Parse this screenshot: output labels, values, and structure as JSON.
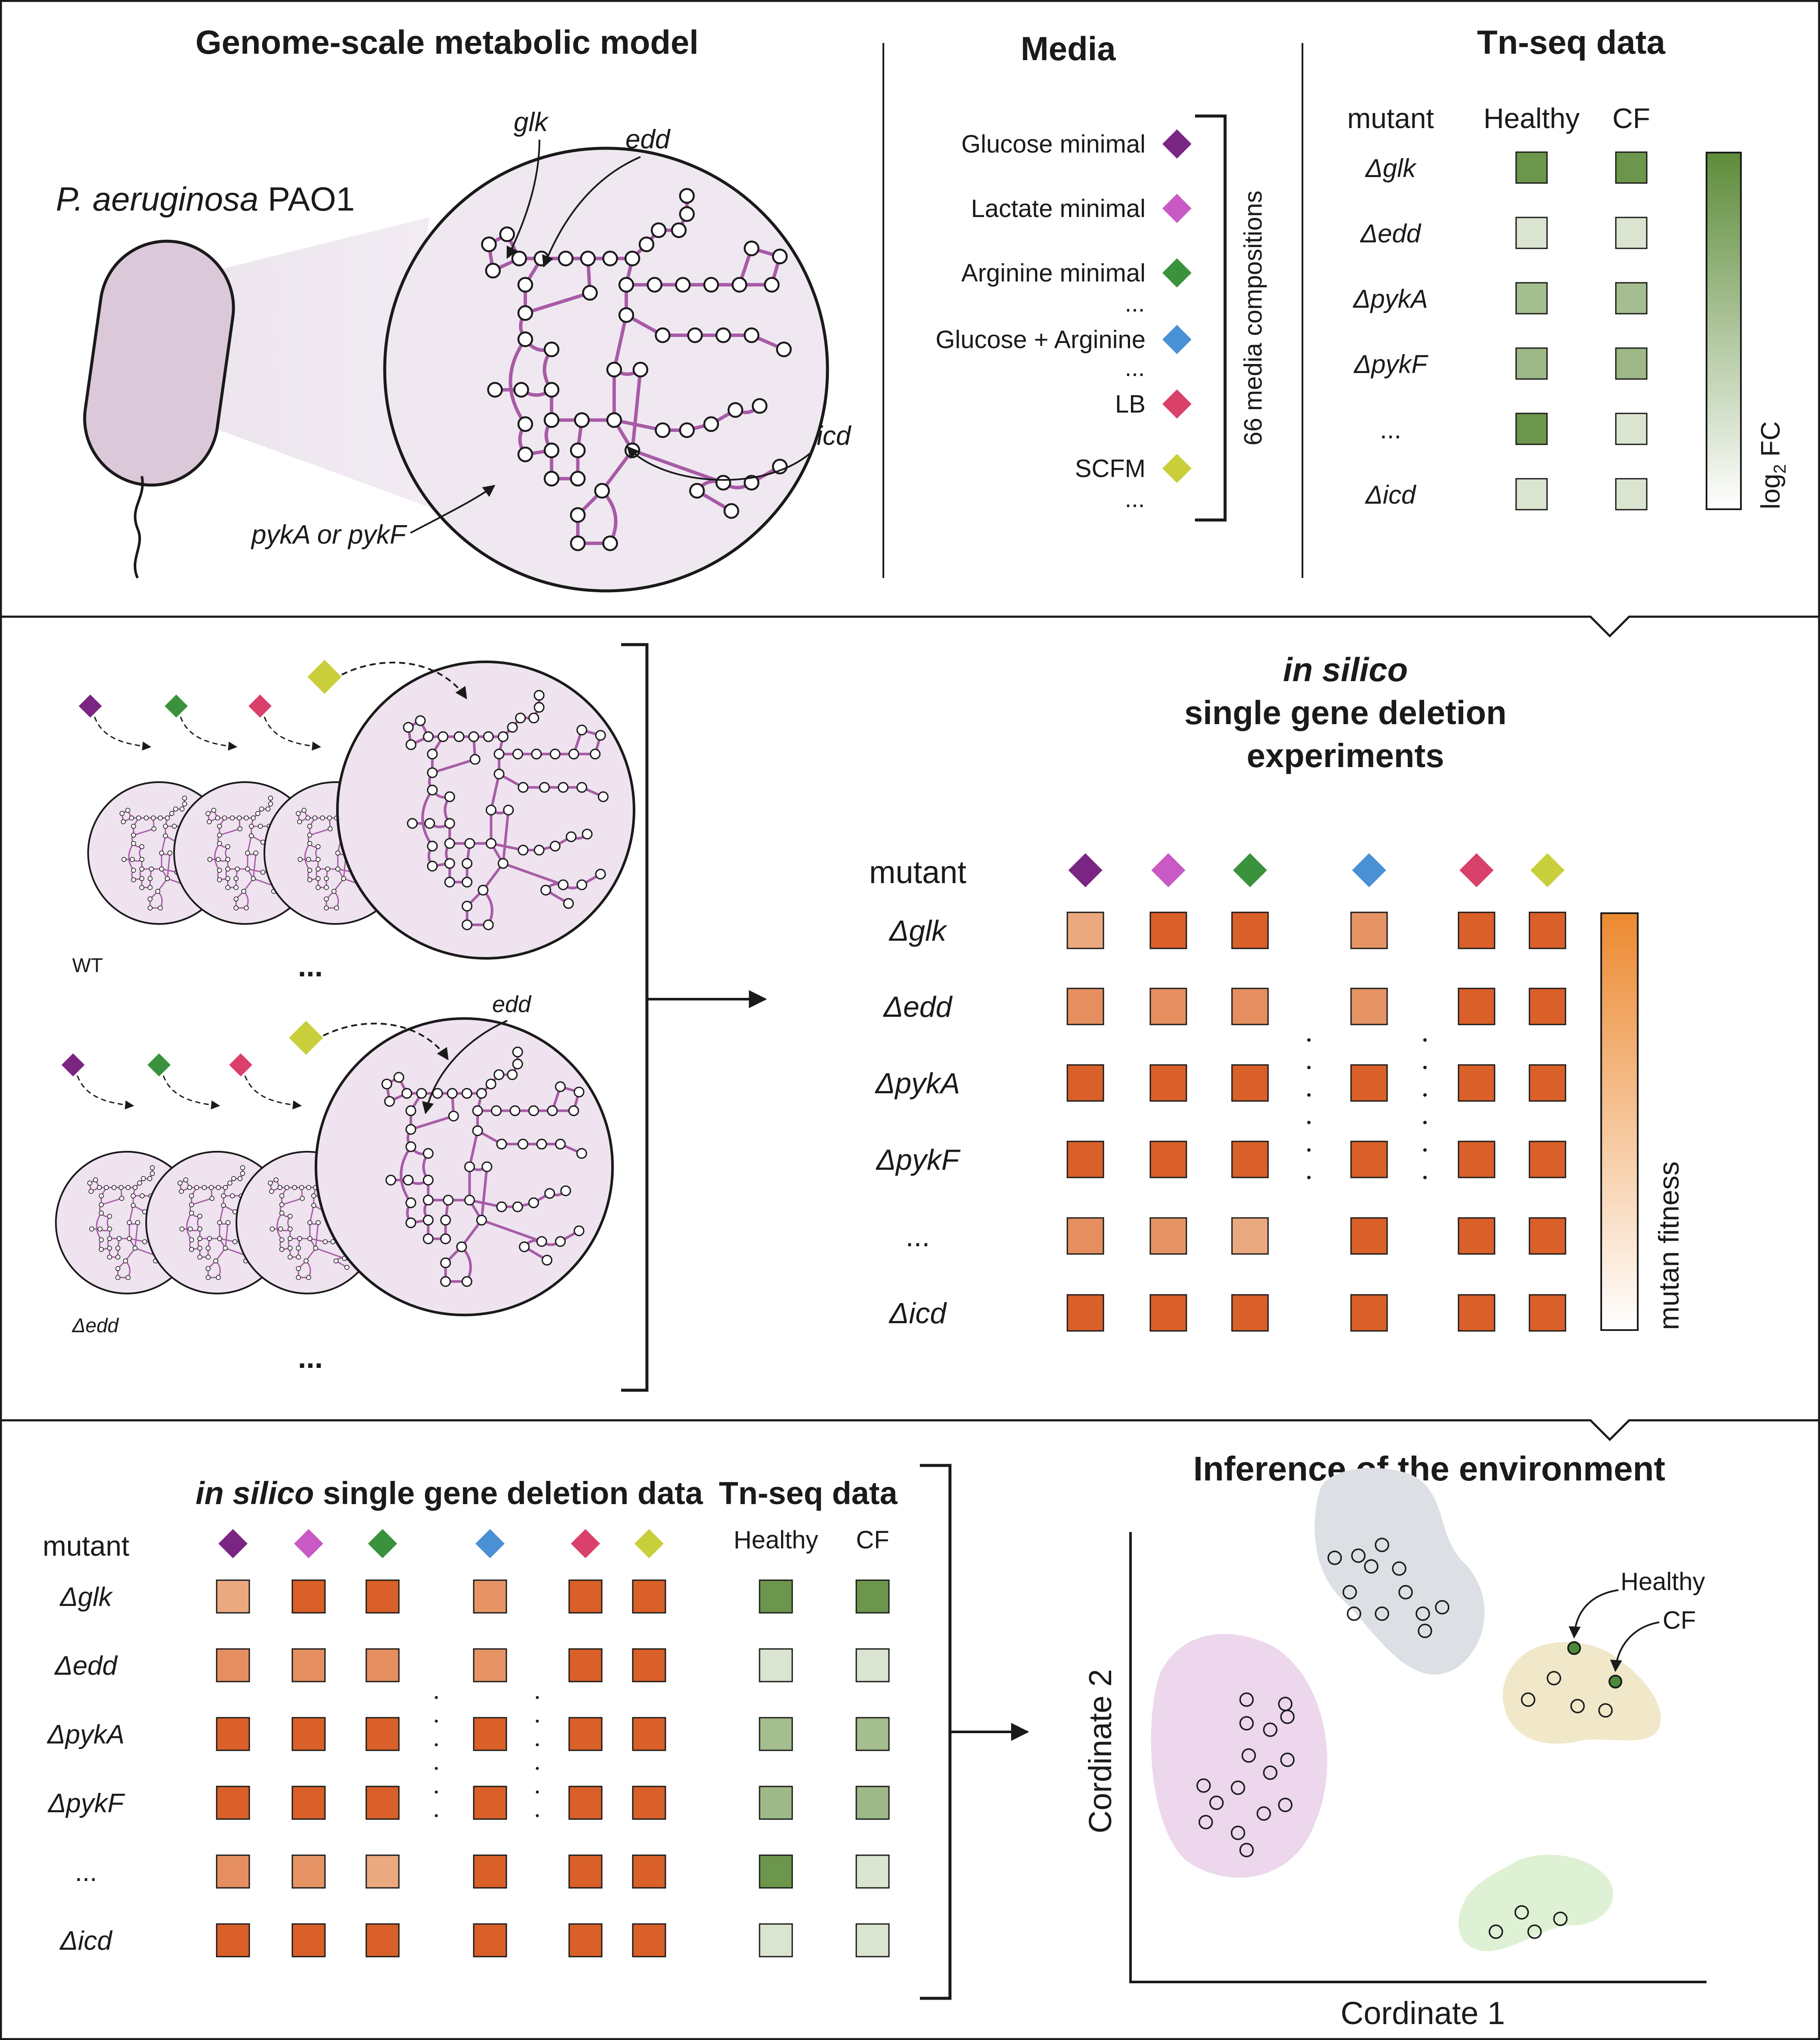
{
  "panel1": {
    "model_title": "Genome-scale metabolic model",
    "organism_italic": "P. aeruginosa",
    "organism_strain": "PAO1",
    "labels": {
      "glk": "glk",
      "edd": "edd",
      "icd": "icd",
      "pyk": "pykA or pykF"
    },
    "media": {
      "title": "Media",
      "items": [
        {
          "label": "Glucose minimal",
          "color": "#7b2583"
        },
        {
          "label": "Lactate minimal",
          "color": "#c959c4"
        },
        {
          "label": "Arginine minimal",
          "color": "#3a923d"
        },
        {
          "label": "Glucose + Arginine",
          "color": "#4a90d4"
        },
        {
          "label": "LB",
          "color": "#d9416b"
        },
        {
          "label": "SCFM",
          "color": "#c9cf3a"
        }
      ],
      "ellipsis": "...",
      "bracket_label": "66 media compositions"
    },
    "tnseq": {
      "title": "Tn-seq data",
      "col_mutant": "mutant",
      "col_healthy": "Healthy",
      "col_cf": "CF",
      "rows": [
        {
          "mutant": "Δglk",
          "healthy": 0.9,
          "cf": 0.9
        },
        {
          "mutant": "Δedd",
          "healthy": 0.12,
          "cf": 0.12
        },
        {
          "mutant": "ΔpykA",
          "healthy": 0.5,
          "cf": 0.5
        },
        {
          "mutant": "ΔpykF",
          "healthy": 0.55,
          "cf": 0.55
        },
        {
          "mutant": "...",
          "healthy": 0.9,
          "cf": 0.12
        },
        {
          "mutant": "Δicd",
          "healthy": 0.12,
          "cf": 0.12
        }
      ],
      "scale_label_base": "log",
      "scale_label_sub": "2",
      "scale_label_rest": " FC"
    }
  },
  "panel2": {
    "wt_label": "WT",
    "del_label": "Δedd",
    "edd_label": "edd",
    "dots": "...",
    "title_italic": "in silico",
    "title_line2": "single gene deletion",
    "title_line3": "experiments",
    "col_mutant": "mutant",
    "rows": [
      "Δglk",
      "Δedd",
      "ΔpykA",
      "ΔpykF",
      "...",
      "Δicd"
    ],
    "fitness": [
      [
        0.3,
        1,
        1,
        0.5,
        1,
        1
      ],
      [
        0.55,
        0.55,
        0.55,
        0.5,
        1,
        1
      ],
      [
        1,
        1,
        1,
        1,
        1,
        1
      ],
      [
        1,
        1,
        1,
        1,
        1,
        1
      ],
      [
        0.55,
        0.5,
        0.3,
        1,
        1,
        1
      ],
      [
        1,
        1,
        1,
        1,
        1,
        1
      ]
    ],
    "scale_label": "mutan fitness"
  },
  "panel3": {
    "title_italic": "in silico",
    "title_rest": " single gene deletion data",
    "tn_title": "Tn-seq data",
    "col_mutant": "mutant",
    "col_healthy": "Healthy",
    "col_cf": "CF",
    "rows": [
      "Δglk",
      "Δedd",
      "ΔpykA",
      "ΔpykF",
      "...",
      "Δicd"
    ],
    "tn_values": [
      [
        0.9,
        0.9
      ],
      [
        0.12,
        0.12
      ],
      [
        0.5,
        0.5
      ],
      [
        0.55,
        0.55
      ],
      [
        0.9,
        0.12
      ],
      [
        0.12,
        0.12
      ]
    ],
    "infer_title": "Inference of the environment",
    "xlabel": "Cordinate 1",
    "ylabel": "Cordinate 2",
    "healthy_label": "Healthy",
    "cf_label": "CF"
  }
}
